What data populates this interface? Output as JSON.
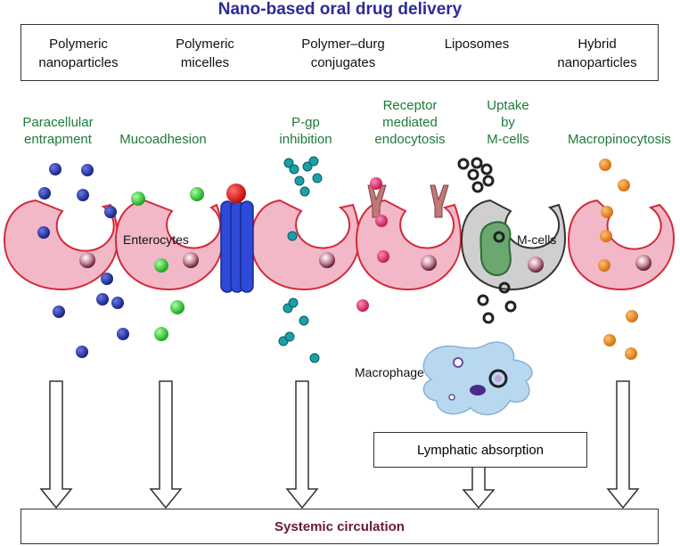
{
  "title": "Nano-based oral drug delivery",
  "carriers": [
    "Polymeric\nnanoparticles",
    "Polymeric\nmicelles",
    "Polymer–durg\nconjugates",
    "Liposomes",
    "Hybrid\nnanoparticles"
  ],
  "mechanisms": [
    "Paracellular\nentrapment",
    "Mucoadhesion",
    "P-gp\ninhibition",
    "Receptor\nmediated\nendocytosis",
    "Uptake\nby\nM-cells",
    "Macropinocytosis"
  ],
  "cell_labels": {
    "enterocytes": "Enterocytes",
    "m_cells": "M-cells",
    "macrophage": "Macrophage"
  },
  "lymphatic": "Lymphatic absorption",
  "systemic": "Systemic circulation",
  "colors": {
    "title": "#2b2b9a",
    "mechanism_text": "#1e7a3a",
    "cell_fill": "#f2b8c8",
    "cell_stroke": "#d22a3a",
    "m_cell_fill": "#cfcfcf",
    "paracellular_particle": "#1a2aa0",
    "mucoadhesive_particle": "#22cc22",
    "pgp_particle": "#1aa0a8",
    "receptor_particle": "#e0186e",
    "m_cell_particle": "#222222",
    "macropinocytosis_particle": "#e8861a",
    "systemic_text": "#6b1a2a"
  }
}
